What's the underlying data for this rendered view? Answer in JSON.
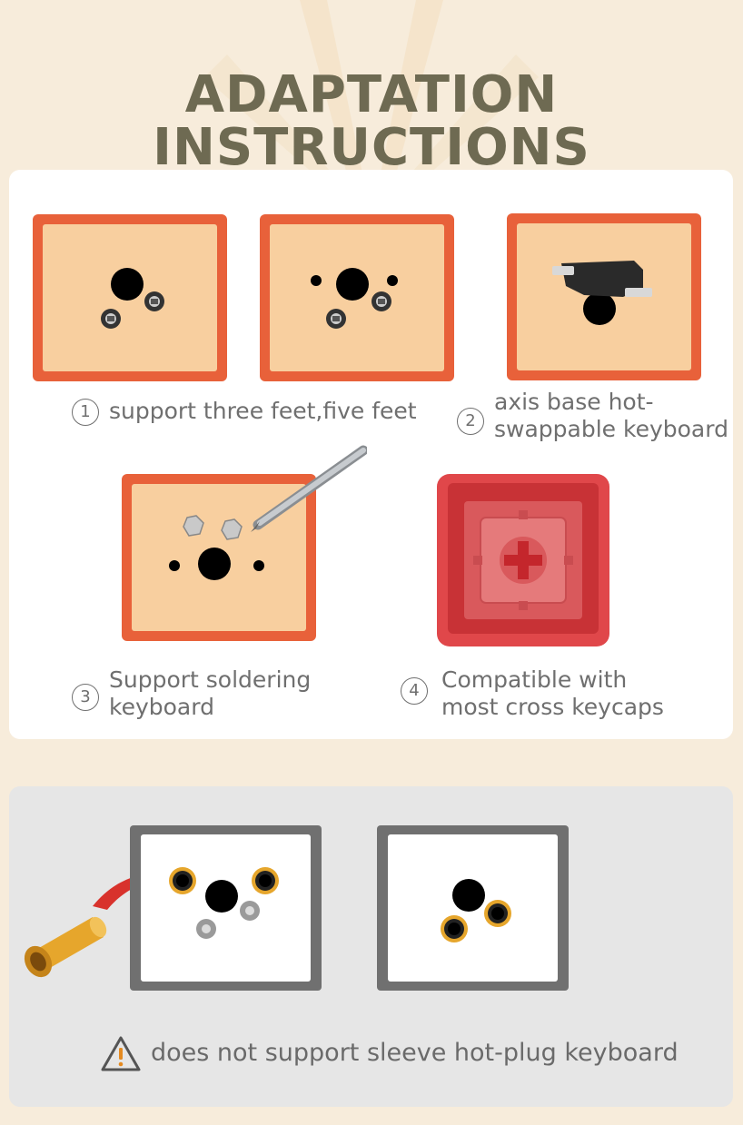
{
  "title": {
    "line1": "ADAPTATION",
    "line2": "INSTRUCTIONS"
  },
  "steps": [
    {
      "number": "1",
      "lines": [
        "support three feet,five feet"
      ]
    },
    {
      "number": "2",
      "lines": [
        "axis base hot-",
        "swappable keyboard"
      ]
    },
    {
      "number": "3",
      "lines": [
        "Support soldering",
        "keyboard"
      ]
    },
    {
      "number": "4",
      "lines": [
        "Compatible with",
        "most cross keycaps"
      ]
    }
  ],
  "warning": {
    "text": "does not support sleeve hot-plug keyboard",
    "icon": "warning-triangle-icon"
  },
  "colors": {
    "background": "#f7ecdb",
    "title": "#6e6a52",
    "keycap_orange": "#e8613a",
    "keycap_face": "#f8cf9f",
    "keycap_red": "#e0474a",
    "sleeve_gold": "#e6a62c",
    "arrow_red": "#d8322c"
  }
}
